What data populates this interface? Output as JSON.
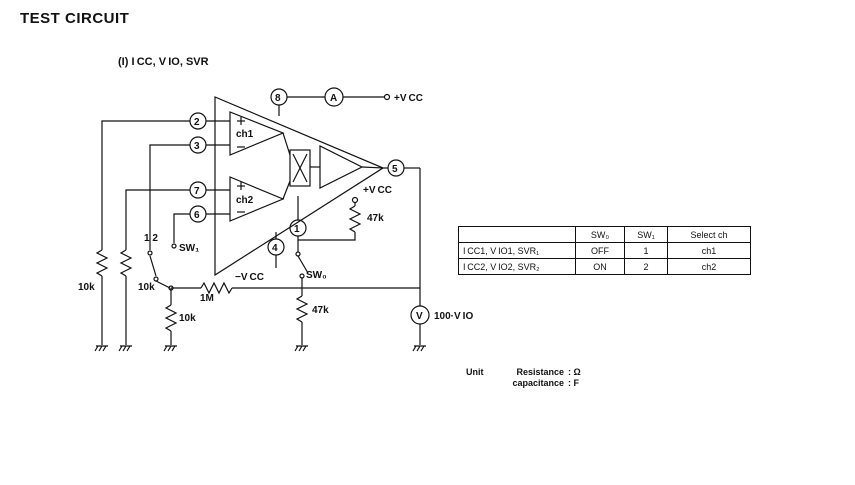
{
  "header": {
    "title": "TEST CIRCUIT",
    "section": "(I)  I CC,  V IO,  SVR"
  },
  "circuit": {
    "pins": [
      "8",
      "2",
      "3",
      "7",
      "6",
      "5",
      "4",
      "1"
    ],
    "channel_labels": {
      "ch1": "ch1",
      "ch2": "ch2"
    },
    "ammeter": "A",
    "voltmeter": "V",
    "supply_pos": "+V CC",
    "supply_neg": "−V CC",
    "switch_i": "SW₁",
    "switch_o": "SW₀",
    "switch_positions": "1 2",
    "resistors": {
      "r_left1": "10k",
      "r_left2": "10k",
      "r_ground": "10k",
      "r_series": "1M",
      "r_feedback": "47k",
      "r_out": "47k"
    },
    "voltmeter_reading": "100·V IO"
  },
  "table": {
    "headers": [
      "",
      "SW₀",
      "SW₁",
      "Select ch"
    ],
    "rows": [
      [
        "I CC1, V IO1, SVR₁",
        "OFF",
        "1",
        "ch1"
      ],
      [
        "I CC2, V IO2, SVR₂",
        "ON",
        "2",
        "ch2"
      ]
    ]
  },
  "units": {
    "label": "Unit",
    "resistance_key": "Resistance",
    "resistance_val": ": Ω",
    "capacitance_key": "capacitance",
    "capacitance_val": ": F"
  }
}
